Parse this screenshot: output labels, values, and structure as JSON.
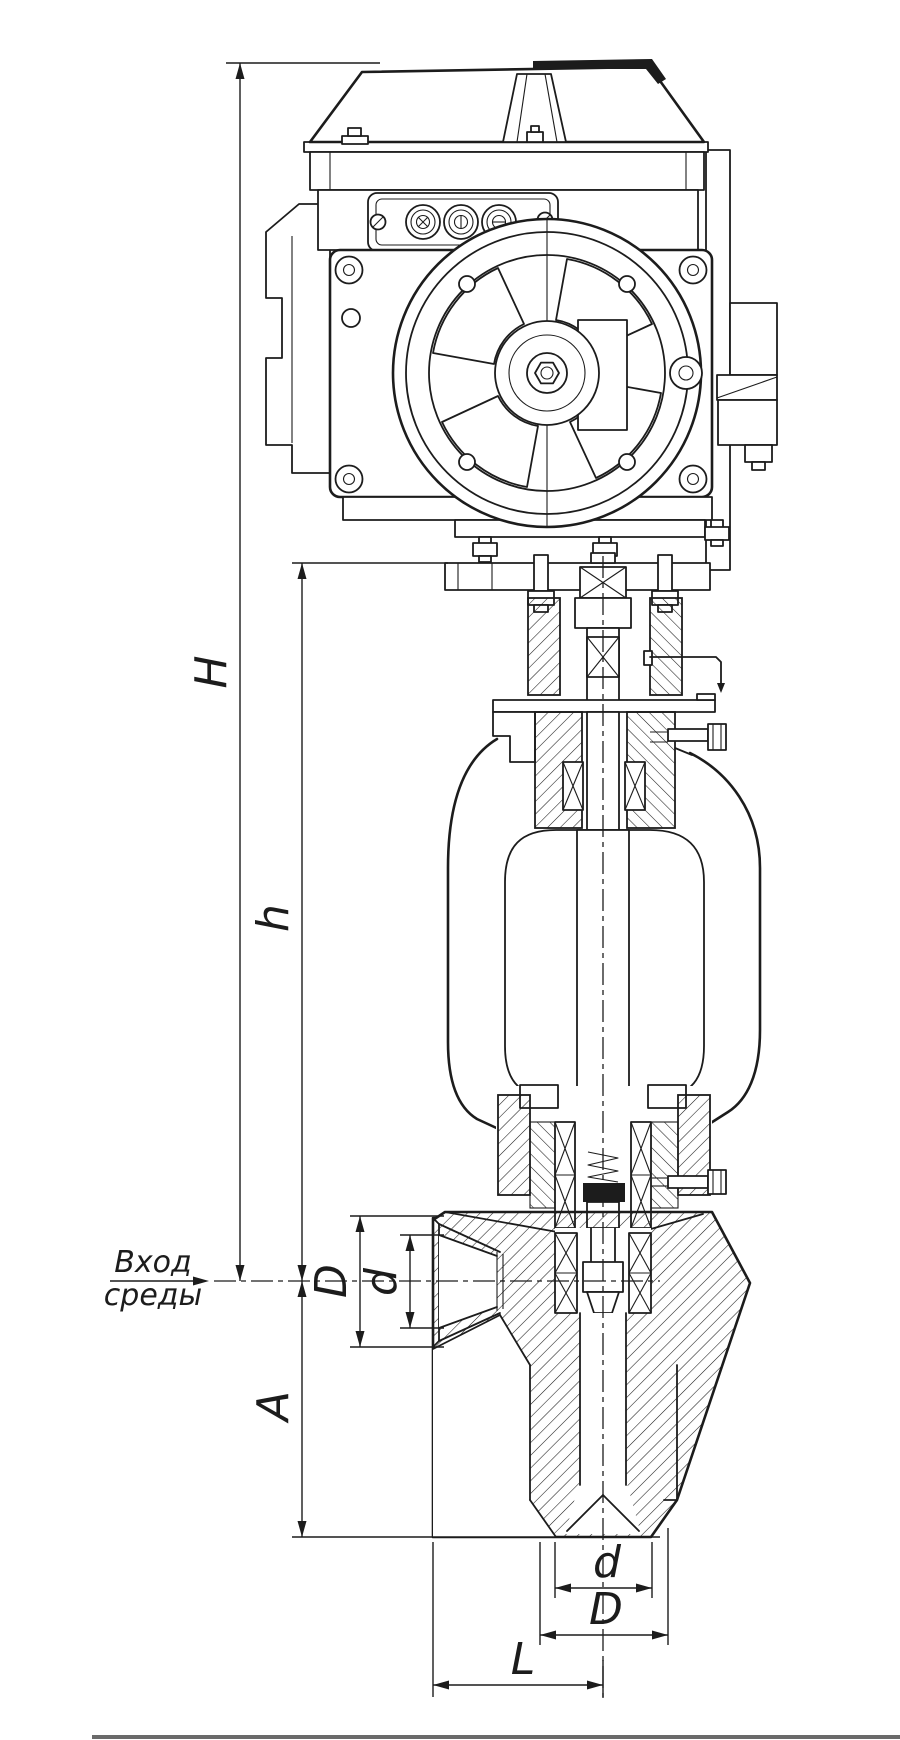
{
  "page": {
    "background": "#ffffff",
    "line_color": "#1c1c1c"
  },
  "dims": {
    "H": "H",
    "h": "h",
    "A": "A",
    "D_in": "D",
    "d_in": "d",
    "d_out": "d",
    "D_out": "D",
    "L": "L"
  },
  "notes": {
    "inlet_top": "Вход",
    "inlet_bottom": "среды"
  }
}
